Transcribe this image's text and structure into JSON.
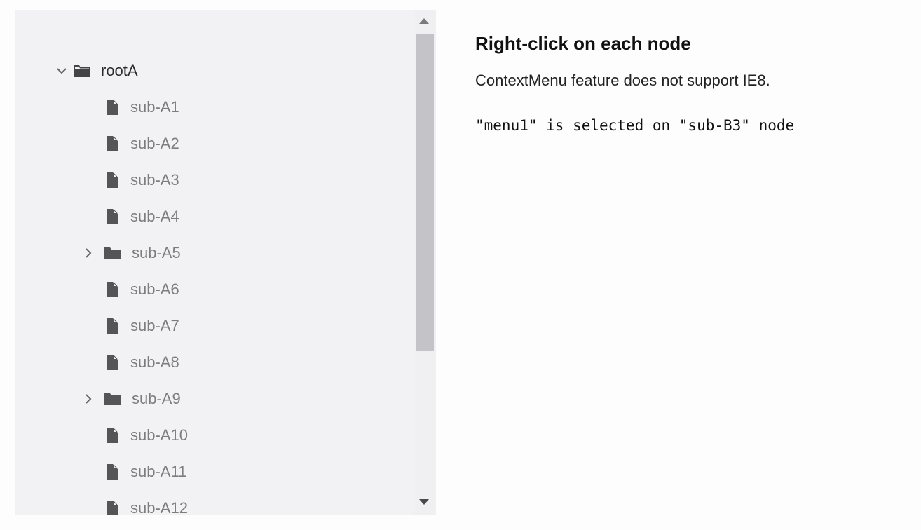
{
  "tree": {
    "root": {
      "label": "rootA",
      "expanded": true,
      "icon": "folder-open-icon",
      "toggle_icon": "chevron-down-icon"
    },
    "children": [
      {
        "label": "sub-A1",
        "type": "file",
        "icon": "file-icon"
      },
      {
        "label": "sub-A2",
        "type": "file",
        "icon": "file-icon"
      },
      {
        "label": "sub-A3",
        "type": "file",
        "icon": "file-icon"
      },
      {
        "label": "sub-A4",
        "type": "file",
        "icon": "file-icon"
      },
      {
        "label": "sub-A5",
        "type": "folder",
        "icon": "folder-icon",
        "toggle_icon": "chevron-right-icon",
        "expanded": false
      },
      {
        "label": "sub-A6",
        "type": "file",
        "icon": "file-icon"
      },
      {
        "label": "sub-A7",
        "type": "file",
        "icon": "file-icon"
      },
      {
        "label": "sub-A8",
        "type": "file",
        "icon": "file-icon"
      },
      {
        "label": "sub-A9",
        "type": "folder",
        "icon": "folder-icon",
        "toggle_icon": "chevron-right-icon",
        "expanded": false
      },
      {
        "label": "sub-A10",
        "type": "file",
        "icon": "file-icon"
      },
      {
        "label": "sub-A11",
        "type": "file",
        "icon": "file-icon"
      },
      {
        "label": "sub-A12",
        "type": "file",
        "icon": "file-icon"
      }
    ]
  },
  "info": {
    "title": "Right-click on each node",
    "note": "ContextMenu feature does not support IE8.",
    "result": "\"menu1\" is selected on \"sub-B3\" node"
  },
  "colors": {
    "panel_bg": "#f2f2f4",
    "root_text": "#2a2a2a",
    "child_text": "#7d7d7d",
    "icon": "#555555",
    "scroll_thumb": "#c4c4c8"
  }
}
